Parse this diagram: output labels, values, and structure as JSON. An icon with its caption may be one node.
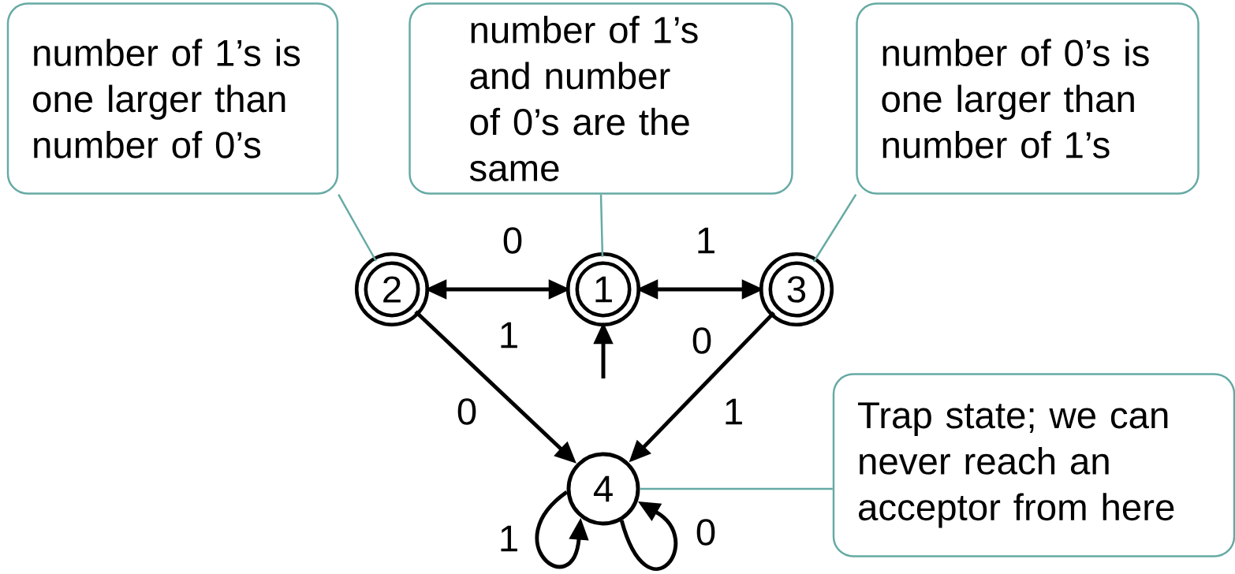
{
  "diagram": {
    "nodes": [
      {
        "text": [
          "number of 1’s is one larger than number of 0’s"
        ]
      },
      {
        "text": [
          "number of 1’s and number of 0’s are the same"
        ]
      },
      {
        "text": [
          "number of 0’s is one larger than number of 1’s"
        ]
      },
      {
        "text": [
          "2"
        ]
      },
      {
        "text": [
          "1"
        ]
      },
      {
        "text": [
          "3"
        ]
      },
      {
        "text": [
          "4"
        ]
      },
      {
        "text": [
          "Trap state; we can never reach an acceptor from here"
        ]
      }
    ],
    "edges": [
      {
        "from": 3,
        "to": 4,
        "arrow": "both",
        "label": "0"
      },
      {
        "from": 4,
        "to": 5,
        "arrow": "both",
        "label": "1"
      },
      {
        "from": 3,
        "to": 6,
        "arrow": "to",
        "label": "0"
      },
      {
        "from": 5,
        "to": 6,
        "arrow": "to",
        "label": "1"
      },
      {
        "from": null,
        "to": 4,
        "arrow": "to"
      },
      {
        "from": 6,
        "to": 6,
        "arrow": "to",
        "label": "1"
      },
      {
        "from": 6,
        "to": 6,
        "arrow": "to",
        "label": "0"
      },
      {
        "from": 0,
        "to": 3,
        "arrow": "none",
        "color": "#66aaa4"
      },
      {
        "from": 1,
        "to": 4,
        "arrow": "none",
        "color": "#66aaa4"
      },
      {
        "from": 2,
        "to": 5,
        "arrow": "none",
        "color": "#66aaa4"
      },
      {
        "from": 7,
        "to": 6,
        "arrow": "none",
        "color": "#66aaa4"
      }
    ],
    "labels": [
      "1",
      "0"
    ]
  }
}
